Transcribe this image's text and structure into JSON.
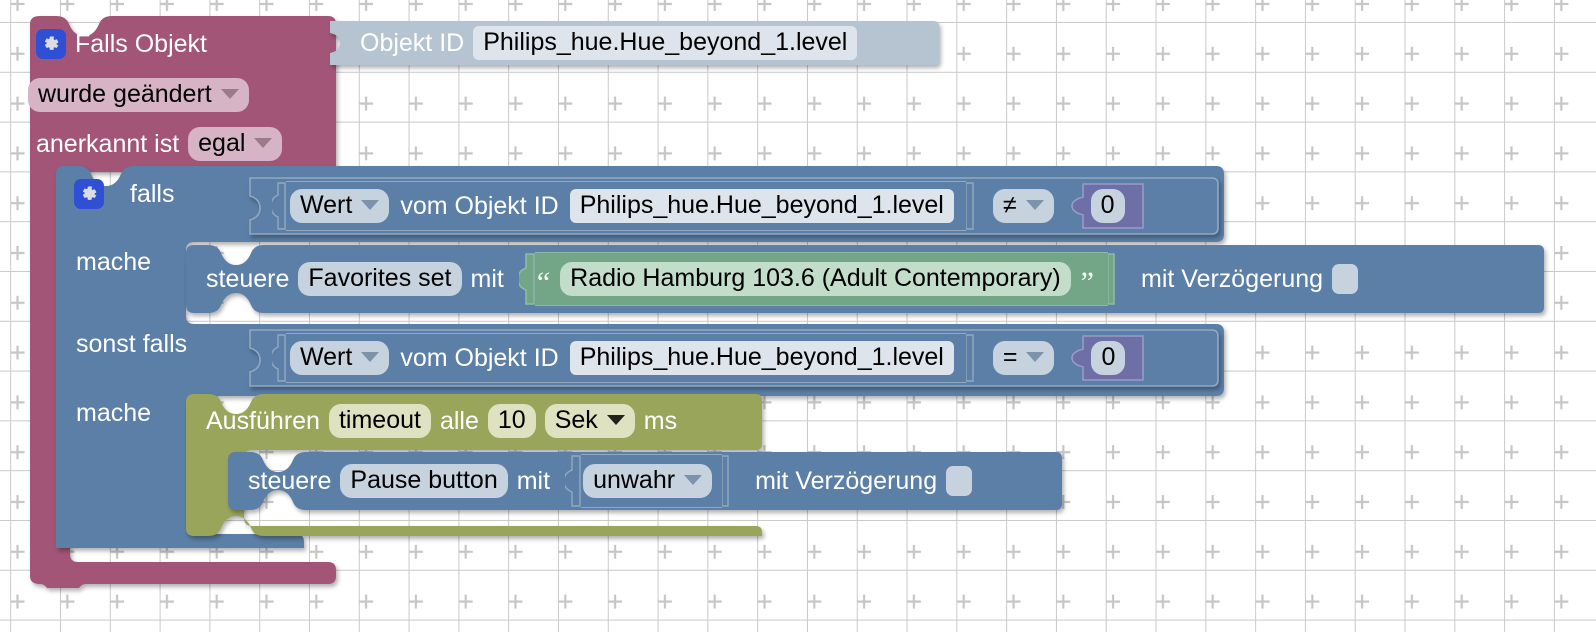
{
  "workspace": {
    "background": "#ffffff",
    "grid_color": "#c9c9c9"
  },
  "blocks": {
    "trigger": {
      "name": "Falls Objekt",
      "color": "#a25577",
      "title": "Falls Objekt",
      "gear_icon": "gear-icon",
      "object_id_label": "Objekt ID",
      "object_id_value": "Philips_hue.Hue_beyond_1.level",
      "change_mode": "wurde geändert",
      "ack_label": "anerkannt ist",
      "ack_value": "egal"
    },
    "if_block": {
      "color": "#5b7fa6",
      "if_label": "falls",
      "do_label": "mache",
      "elseif_label": "sonst falls",
      "do_label_2": "mache"
    },
    "condition1": {
      "selector": "Wert",
      "mid_label": "vom Objekt ID",
      "object_id": "Philips_hue.Hue_beyond_1.level",
      "operator": "≠",
      "operand": "0",
      "operand_color": "#6f6fa8"
    },
    "condition2": {
      "selector": "Wert",
      "mid_label": "vom Objekt ID",
      "object_id": "Philips_hue.Hue_beyond_1.level",
      "operator": "=",
      "operand": "0",
      "operand_color": "#6f6fa8"
    },
    "control1": {
      "verb": "steuere",
      "target": "Favorites set",
      "with_label": "mit",
      "string_value": "Radio Hamburg 103.6 (Adult Contemporary)",
      "string_color": "#72a687",
      "quote_open": "“",
      "quote_close": "”",
      "delay_label": "mit Verzögerung",
      "delay_checked": false
    },
    "timeout": {
      "color": "#9aa55c",
      "run_label": "Ausführen",
      "name_value": "timeout",
      "every_label": "alle",
      "interval": "10",
      "unit": "Sek",
      "unit_suffix": "ms"
    },
    "control2": {
      "verb": "steuere",
      "target": "Pause button",
      "with_label": "mit",
      "bool_value": "unwahr",
      "delay_label": "mit Verzögerung",
      "delay_checked": false
    }
  }
}
